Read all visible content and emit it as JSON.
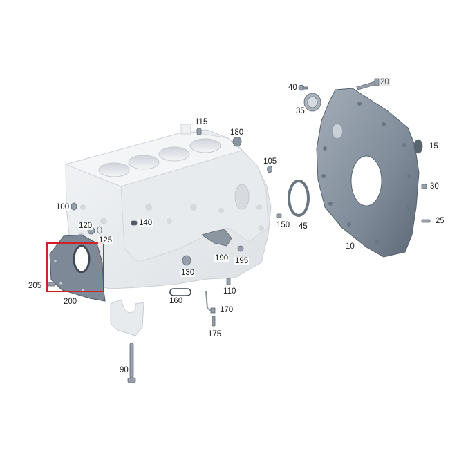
{
  "diagram": {
    "type": "exploded-parts-diagram",
    "subject": "engine crankcase / cylinder block with timing cover and rear seal carrier",
    "highlight": {
      "part": "200",
      "color": "#d0212b"
    },
    "colors": {
      "block_fill": "#e9ecef",
      "block_stroke": "#c8ccd1",
      "cover_fill": "#8894a1",
      "cover_dark": "#5f6b78",
      "small_parts": "#9aa3ad",
      "label_text": "#1a1a1a"
    },
    "labels": [
      {
        "id": "10",
        "text": "10"
      },
      {
        "id": "15",
        "text": "15"
      },
      {
        "id": "20",
        "text": "20"
      },
      {
        "id": "25",
        "text": "25"
      },
      {
        "id": "30",
        "text": "30"
      },
      {
        "id": "35",
        "text": "35"
      },
      {
        "id": "40",
        "text": "40"
      },
      {
        "id": "45",
        "text": "45"
      },
      {
        "id": "90",
        "text": "90"
      },
      {
        "id": "100",
        "text": "100"
      },
      {
        "id": "105",
        "text": "105"
      },
      {
        "id": "110",
        "text": "110"
      },
      {
        "id": "115",
        "text": "115"
      },
      {
        "id": "120",
        "text": "120"
      },
      {
        "id": "125",
        "text": "125"
      },
      {
        "id": "130",
        "text": "130"
      },
      {
        "id": "140",
        "text": "140"
      },
      {
        "id": "150",
        "text": "150"
      },
      {
        "id": "160",
        "text": "160"
      },
      {
        "id": "170",
        "text": "170"
      },
      {
        "id": "175",
        "text": "175"
      },
      {
        "id": "180",
        "text": "180"
      },
      {
        "id": "190",
        "text": "190"
      },
      {
        "id": "195",
        "text": "195"
      },
      {
        "id": "200",
        "text": "200"
      },
      {
        "id": "205",
        "text": "205"
      }
    ]
  }
}
